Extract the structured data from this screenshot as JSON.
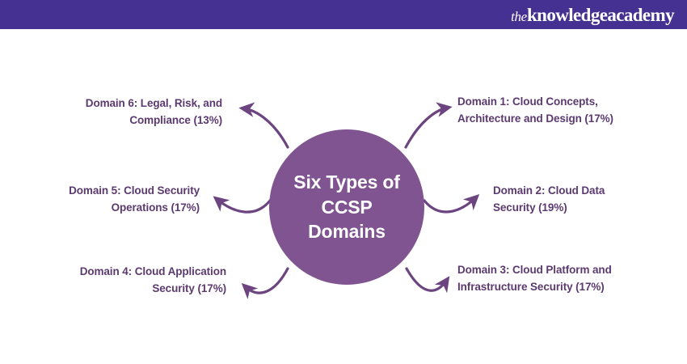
{
  "header": {
    "brand_the": "the",
    "brand_rest": "knowledgeacademy",
    "background_color": "#453191"
  },
  "center": {
    "title": "Six Types of CCSP Domains",
    "circle_color": "#7F5491",
    "text_color": "#FFFFFF"
  },
  "theme": {
    "label_color": "#5C3A70",
    "arrow_color": "#6B4480",
    "page_background": "#FFFFFF"
  },
  "chart_data": {
    "type": "pie",
    "title": "Six Types of CCSP Domains",
    "categories": [
      "Domain 1: Cloud Concepts, Architecture and Design",
      "Domain 2: Cloud Data Security",
      "Domain 3: Cloud Platform and Infrastructure Security",
      "Domain 4: Cloud Application Security",
      "Domain 5: Cloud Security Operations",
      "Domain 6: Legal, Risk, and Compliance"
    ],
    "values": [
      17,
      19,
      17,
      17,
      17,
      13
    ],
    "unit": "%",
    "xlabel": "",
    "ylabel": "",
    "legend": "radial labels"
  },
  "domains": [
    {
      "id": "domain-1",
      "line1": "Domain 1: Cloud Concepts,",
      "line2": "Architecture and Design (17%)",
      "percent": "17%",
      "align": "left"
    },
    {
      "id": "domain-2",
      "line1": "Domain 2: Cloud Data",
      "line2": "Security (19%)",
      "percent": "19%",
      "align": "left"
    },
    {
      "id": "domain-3",
      "line1": "Domain 3: Cloud Platform and",
      "line2": "Infrastructure Security (17%)",
      "percent": "17%",
      "align": "left"
    },
    {
      "id": "domain-4",
      "line1": "Domain 4: Cloud Application",
      "line2": "Security (17%)",
      "percent": "17%",
      "align": "right"
    },
    {
      "id": "domain-5",
      "line1": "Domain 5: Cloud Security",
      "line2": "Operations (17%)",
      "percent": "17%",
      "align": "right"
    },
    {
      "id": "domain-6",
      "line1": "Domain 6: Legal, Risk, and",
      "line2": "Compliance (13%)",
      "percent": "13%",
      "align": "right"
    }
  ]
}
